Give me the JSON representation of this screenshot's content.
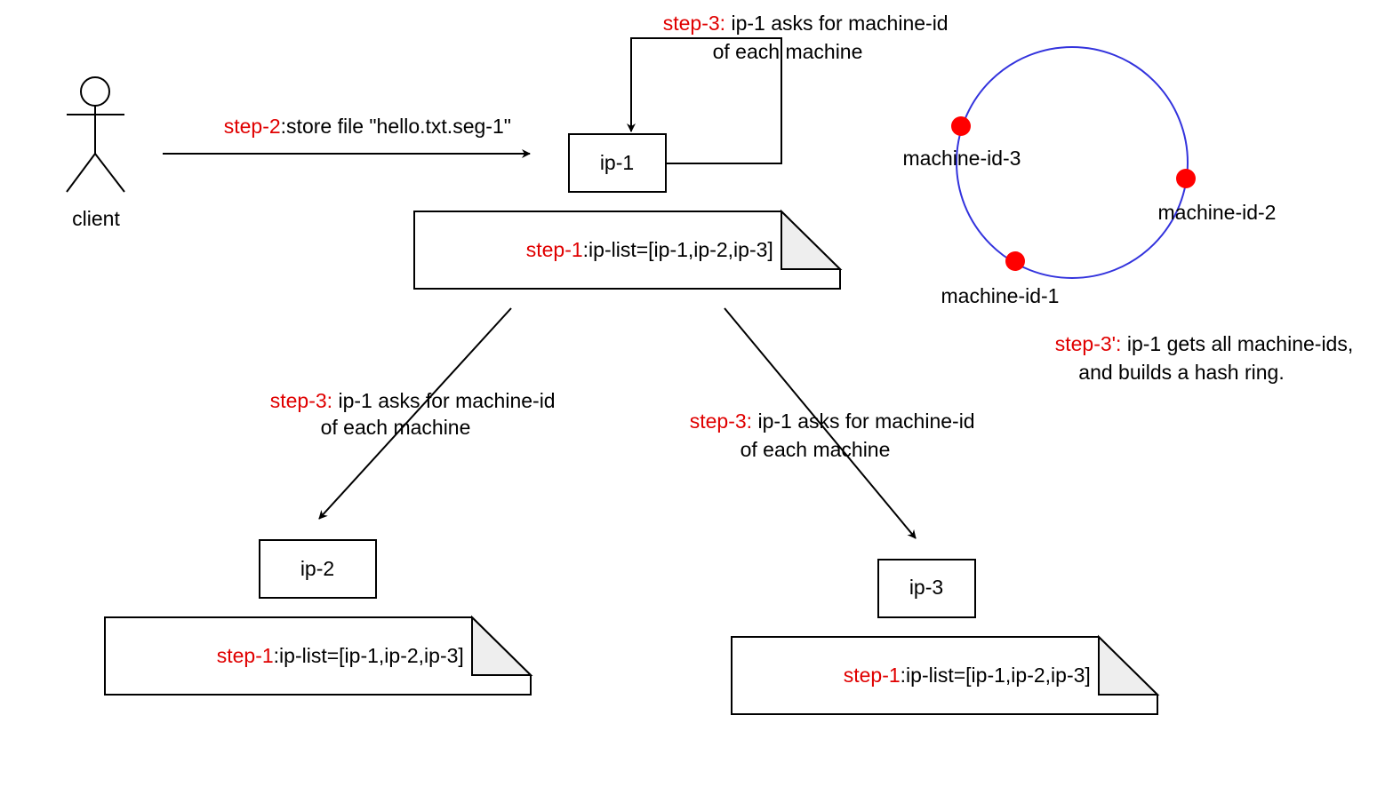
{
  "colors": {
    "line": "#000000",
    "accent": "#e00000",
    "ring": "#3333dd",
    "ring_dot": "#ff0000",
    "note_fold": "#eeeeee"
  },
  "client": {
    "label": "client"
  },
  "store_arrow": {
    "step": "step-2",
    "text": ":store file \"hello.txt.seg-1\""
  },
  "nodes": {
    "ip1": {
      "label": "ip-1"
    },
    "ip2": {
      "label": "ip-2"
    },
    "ip3": {
      "label": "ip-3"
    }
  },
  "notes": {
    "ip1": {
      "step": "step-1",
      "text": ":ip-list=[ip-1,ip-2,ip-3]"
    },
    "ip2": {
      "step": "step-1",
      "text": ":ip-list=[ip-1,ip-2,ip-3]"
    },
    "ip3": {
      "step": "step-1",
      "text": ":ip-list=[ip-1,ip-2,ip-3]"
    }
  },
  "self_loop": {
    "step": "step-3:",
    "line1": " ip-1 asks for machine-id",
    "line2": "of each machine"
  },
  "to_ip2": {
    "step": "step-3:",
    "line1": " ip-1 asks for machine-id",
    "line2": "of each machine"
  },
  "to_ip3": {
    "step": "step-3:",
    "line1": " ip-1 asks for machine-id",
    "line2": "of each machine"
  },
  "ring": {
    "machines": [
      "machine-id-3",
      "machine-id-2",
      "machine-id-1"
    ],
    "caption": {
      "step": "step-3':",
      "line1": " ip-1 gets all machine-ids,",
      "line2": "and builds a hash ring."
    }
  }
}
